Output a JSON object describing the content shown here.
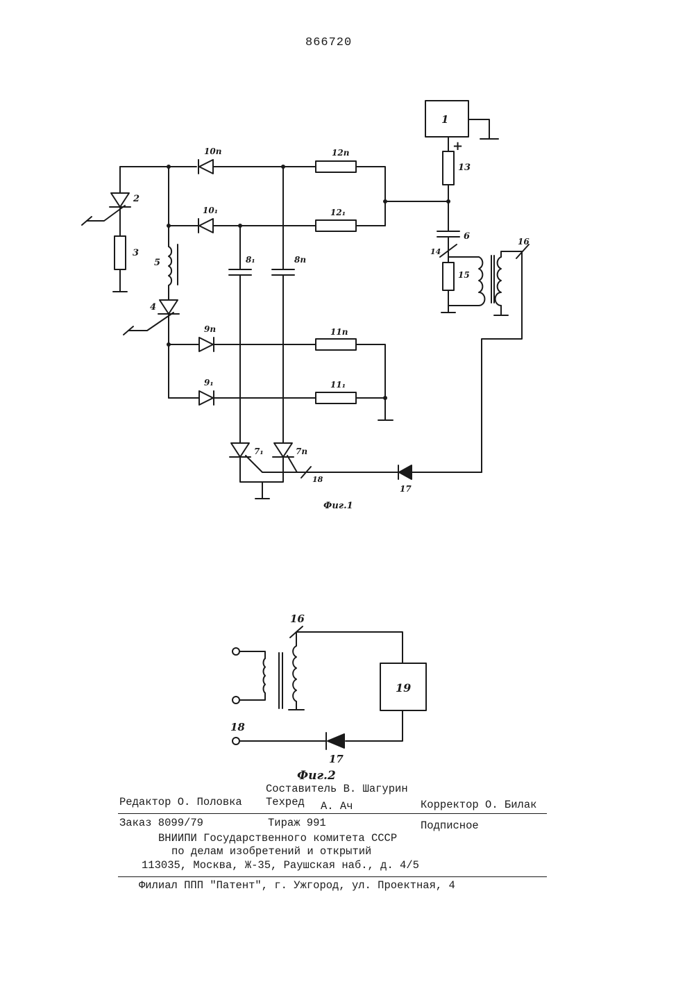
{
  "document": {
    "number": "866720"
  },
  "figure1": {
    "caption": "Фиг.1",
    "labels": {
      "block1": "1",
      "thyristor2": "2",
      "resistor3": "3",
      "thyristor4": "4",
      "inductor5": "5",
      "cap6": "6",
      "thyr7_1": "7₁",
      "thyr7_n": "7n",
      "cap8_1": "8₁",
      "cap8_n": "8n",
      "diode9_n": "9n",
      "diode9_1": "9₁",
      "diode10_n": "10n",
      "diode10_1": "10₁",
      "res11_n": "11n",
      "res11_1": "11₁",
      "res12_n": "12n",
      "res12_1": "12₁",
      "res13": "13",
      "node14": "14",
      "res15": "15",
      "trans16": "16",
      "diode17": "17",
      "node18": "18",
      "plus": "+"
    }
  },
  "figure2": {
    "caption": "Фиг.2",
    "labels": {
      "trans16": "16",
      "block19": "19",
      "node18": "18",
      "diode17": "17"
    }
  },
  "footer": {
    "compiler": "Составитель В. Шагурин",
    "editor": "Редактор О. Половка",
    "techred": "Техред",
    "techred_name": "А. Ач",
    "corrector": "Корректор О. Билак",
    "order": "Заказ 8099/79",
    "circulation": "Тираж 991",
    "subscription": "Подписное",
    "org_line1": "ВНИИПИ Государственного комитета СССР",
    "org_line2": "по делам изобретений и открытий",
    "org_address": "113035, Москва, Ж-35, Раушская наб., д. 4/5",
    "branch": "Филиал ППП \"Патент\", г. Ужгород, ул. Проектная, 4"
  }
}
